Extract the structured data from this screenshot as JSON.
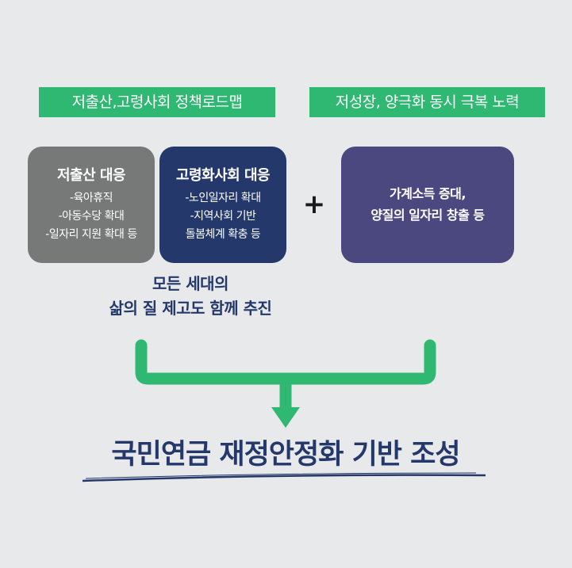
{
  "tags": {
    "left": "저출산,고령사회 정책로드맵",
    "right": "저성장, 양극화 동시 극복 노력"
  },
  "boxes": {
    "low_birth": {
      "title": "저출산 대응",
      "lines": [
        "-육아휴직",
        "-아동수당 확대",
        "-일자리 지원 확대 등"
      ]
    },
    "aging": {
      "title": "고령화사회 대응",
      "lines": [
        "-노인일자리 확대",
        "-지역사회 기반",
        "돌봄체계 확충 등"
      ]
    },
    "growth": {
      "lines": [
        "가계소득 증대,",
        "양질의 일자리 창출 등"
      ]
    }
  },
  "plus_sign": "+",
  "together": {
    "line1": "모든 세대의",
    "line2": "삶의 질 제고도 함께 추진"
  },
  "goal": "국민연금 재정안정화 기반 조성",
  "colors": {
    "background": "#e8e9ea",
    "green": "#2fb872",
    "gray_box": "#777878",
    "navy_box": "#24386b",
    "purple_box": "#4b4880",
    "navy_text": "#24386b"
  }
}
